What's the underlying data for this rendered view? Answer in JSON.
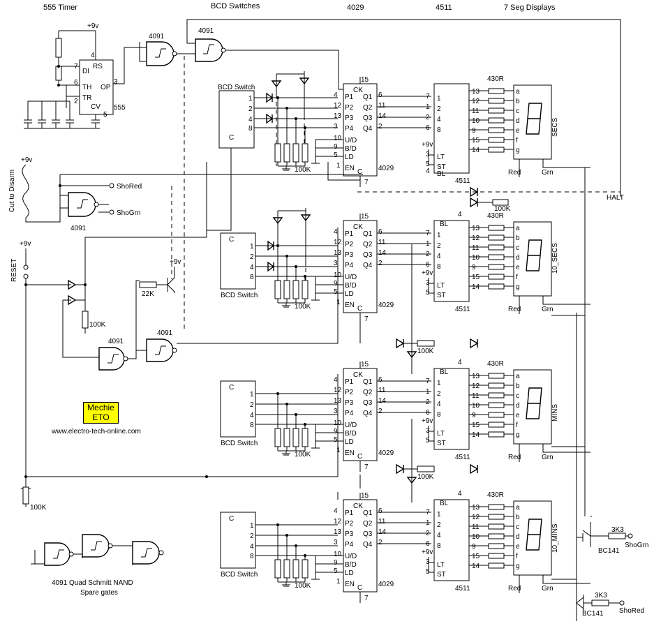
{
  "headers": {
    "timer": "555 Timer",
    "switches": "BCD Switches",
    "counter": "4029",
    "decoder": "4511",
    "displays": "7 Seg Displays"
  },
  "timer": {
    "chip": "555",
    "supply": "+9v",
    "pins": {
      "rs": "RS",
      "di": "DI",
      "th": "TH",
      "tr": "TR",
      "cv": "CV",
      "op": "OP"
    },
    "pin_numbers": {
      "rs": "4",
      "di": "7",
      "th": "6",
      "tr": "2",
      "cv": "5",
      "op": "3"
    }
  },
  "gates": {
    "nand": "4091"
  },
  "bcd_switch": {
    "label": "BCD Switch",
    "common": "C",
    "weights": [
      "1",
      "2",
      "4",
      "8"
    ]
  },
  "counter_chip": {
    "name": "4029",
    "ck": "CK",
    "inputs": [
      "P1",
      "P2",
      "P3",
      "P4"
    ],
    "input_pins": [
      "4",
      "12",
      "13",
      "3"
    ],
    "outputs": [
      "Q1",
      "Q2",
      "Q3",
      "Q4"
    ],
    "output_pins": [
      "6",
      "11",
      "14",
      "2"
    ],
    "controls": [
      "U/D",
      "B/D",
      "LD"
    ],
    "control_pins": [
      "10",
      "9",
      "5"
    ],
    "en": "EN",
    "en_pin": "1",
    "c": "C",
    "c_pin": "7",
    "ck_pin": "15"
  },
  "decoder_chip": {
    "name": "4511",
    "inputs": [
      "1",
      "2",
      "4",
      "8"
    ],
    "input_pins": [
      "7",
      "1",
      "2",
      "6"
    ],
    "lt": "LT",
    "st": "ST",
    "bl": "BL",
    "lt_pin": "3",
    "st_pin": "5",
    "bl_pin": "4",
    "segment_pins": [
      "13",
      "12",
      "11",
      "10",
      "9",
      "15",
      "14"
    ],
    "segments": [
      "a",
      "b",
      "c",
      "d",
      "e",
      "f",
      "g"
    ]
  },
  "resistors": {
    "segment": "430R",
    "pulldown": "100K",
    "base": "3K3",
    "reset": "22K"
  },
  "displays": [
    "SECS",
    "10_SECS",
    "MINS",
    "10_MINS"
  ],
  "led": {
    "red": "Red",
    "green": "Grn"
  },
  "signals": {
    "halt": "HALT",
    "sho_red": "ShoRed",
    "sho_grn": "ShoGrn",
    "reset": "RESET",
    "disarm": "Cut to Disarm"
  },
  "transistor": "BC141",
  "supply": "+9v",
  "spare": {
    "line1": "4091 Quad Schmitt NAND",
    "line2": "Spare gates"
  },
  "badge": {
    "line1": "Mechie",
    "line2": "ETO"
  },
  "website": "www.electro-tech-online.com"
}
